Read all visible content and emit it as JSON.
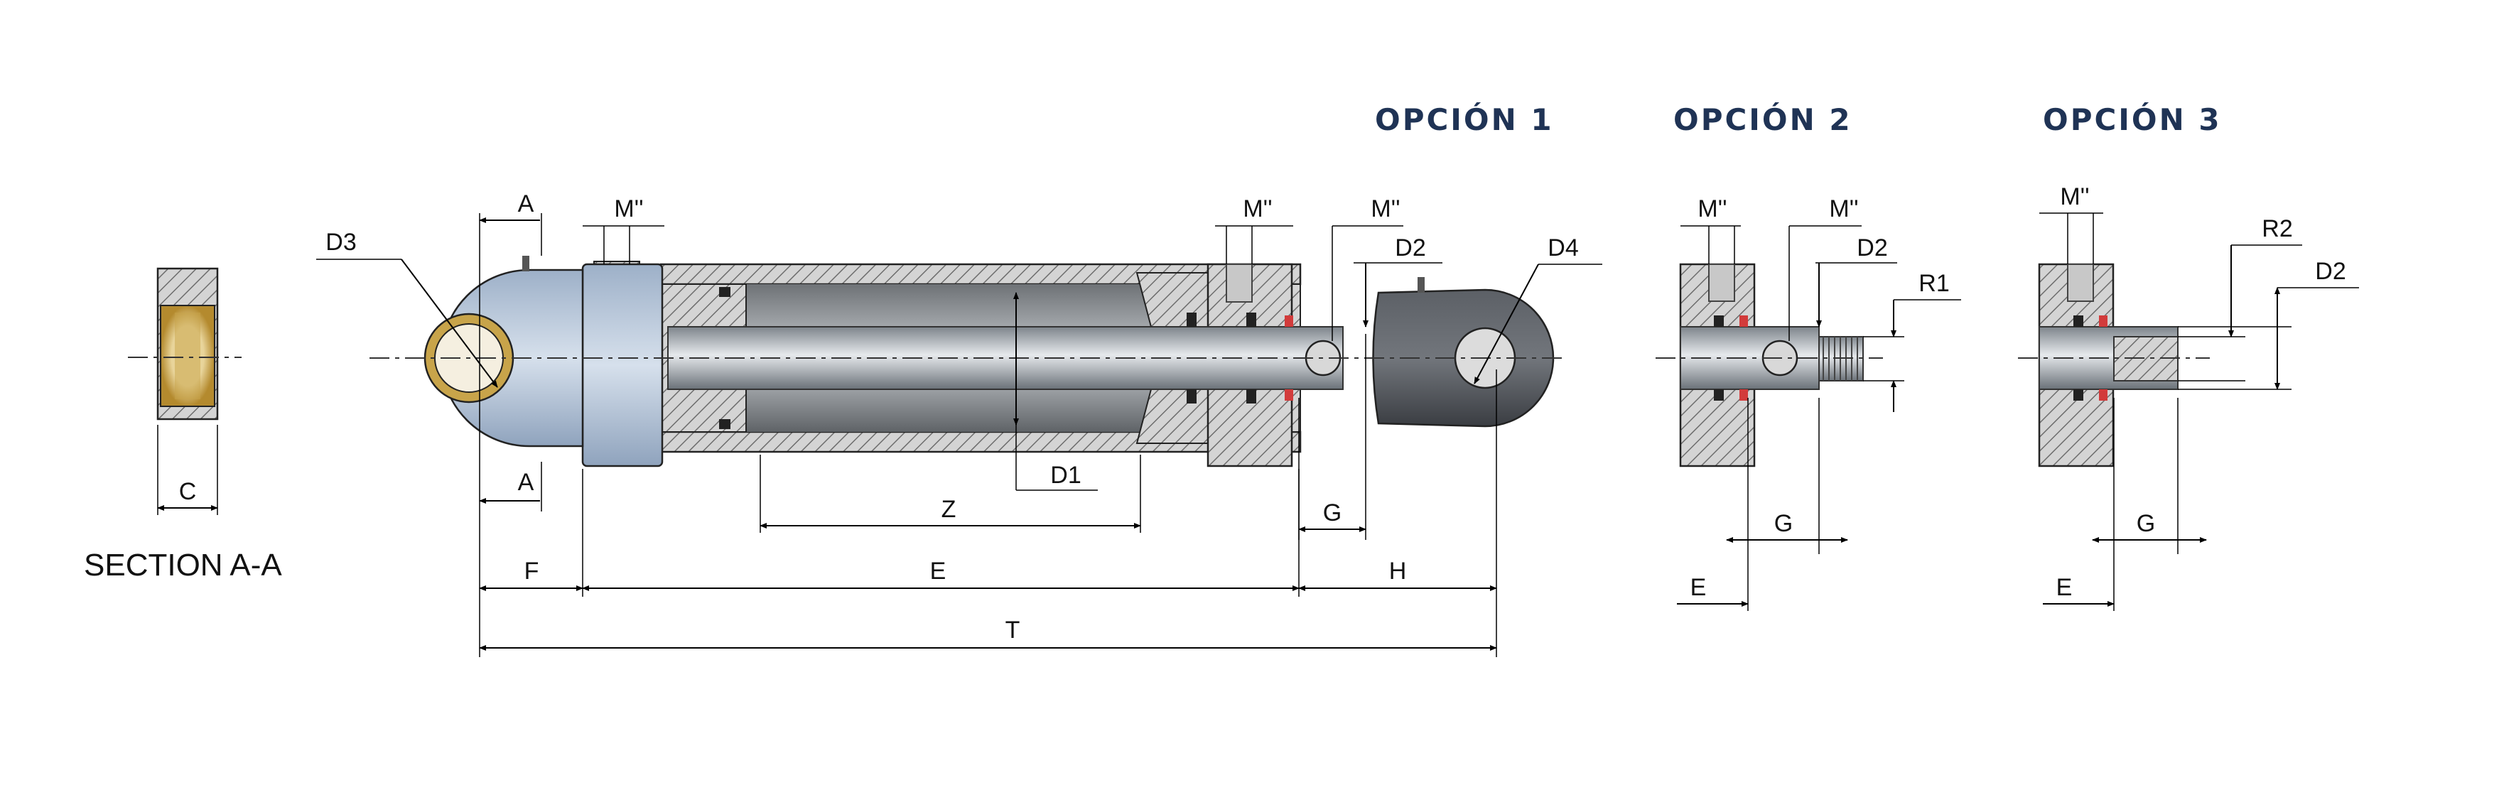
{
  "colors": {
    "option_title": "#1f3355",
    "body_blue": "#b8c8dc",
    "bronze": "#c8a44a",
    "seal_red": "#d23b3b",
    "hatch": "#888888",
    "rod_grey": "#9ea4aa",
    "eye_dark": "#4a4d52"
  },
  "section": {
    "label": "SECTION A-A",
    "dim_c": "C"
  },
  "options": [
    {
      "title": "OPCIÓN 1"
    },
    {
      "title": "OPCIÓN 2"
    },
    {
      "title": "OPCIÓN 3"
    }
  ],
  "dims": {
    "A": "A",
    "M": "M''",
    "D1": "D1",
    "D2": "D2",
    "D3": "D3",
    "D4": "D4",
    "Z": "Z",
    "G": "G",
    "H": "H",
    "F": "F",
    "E": "E",
    "T": "T",
    "R1": "R1",
    "R2": "R2"
  }
}
